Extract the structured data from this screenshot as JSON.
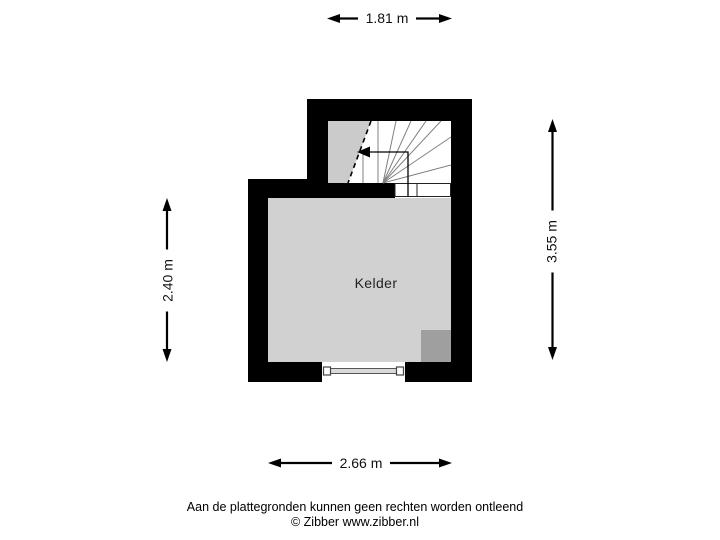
{
  "plan": {
    "room": {
      "label": "Kelder"
    },
    "dimensions": {
      "top_width": "1.81 m",
      "bottom_width": "2.66 m",
      "left_height": "2.40 m",
      "right_height": "3.55 m"
    },
    "colors": {
      "wall": "#000000",
      "floor": "#d1d1d1",
      "stair_shade": "#cbcbcb",
      "fixture": "#9f9f9f",
      "window_band": "#d9d9d9",
      "stair_line": "#808080",
      "background": "#ffffff"
    }
  },
  "footer": {
    "disclaimer": "Aan de plattegronden kunnen geen rechten worden ontleend",
    "copyright": "© Zibber www.zibber.nl"
  }
}
